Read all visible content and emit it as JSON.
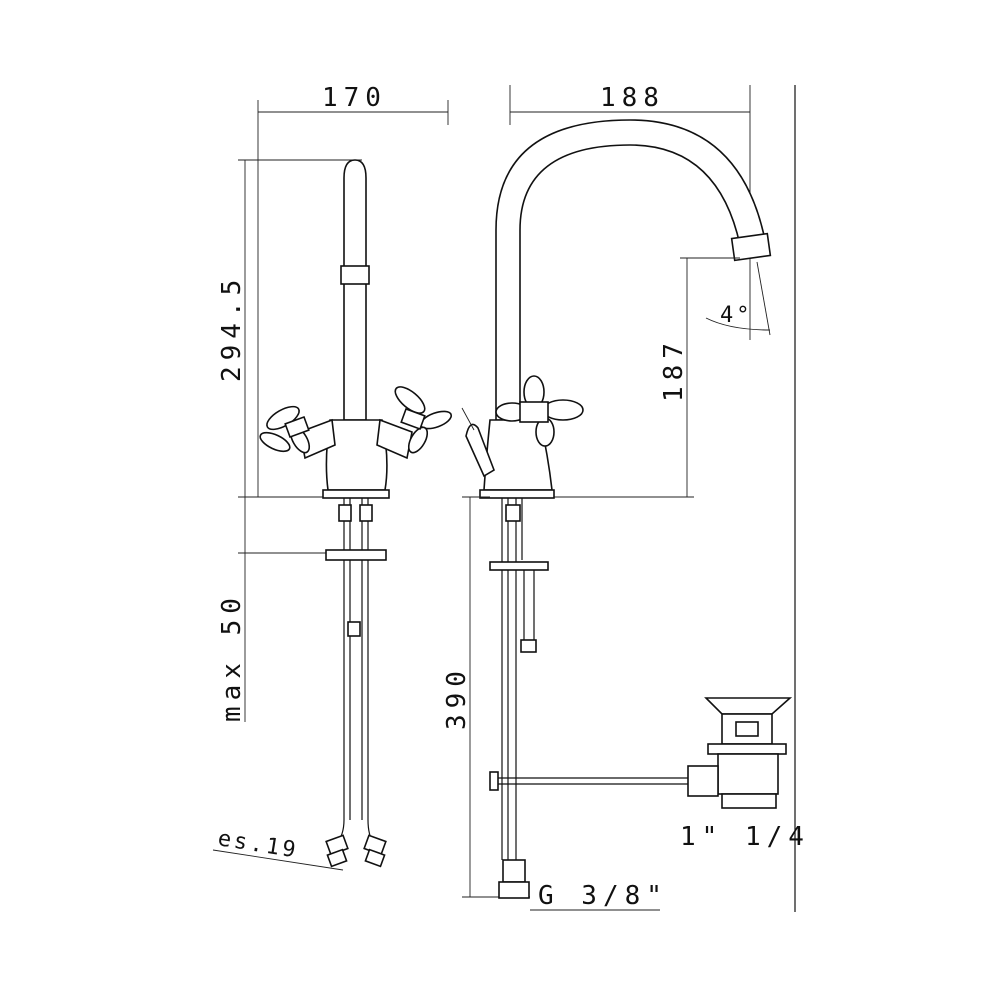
{
  "dimensions": {
    "front_width": "170",
    "front_height": "294.5",
    "max_deck": "max 50",
    "hose_es": "es.19",
    "side_width": "188",
    "spout_height": "187",
    "spout_angle": "4°",
    "hose_length": "390",
    "thread": "G 3/8\"",
    "waste": "1\" 1/4"
  }
}
